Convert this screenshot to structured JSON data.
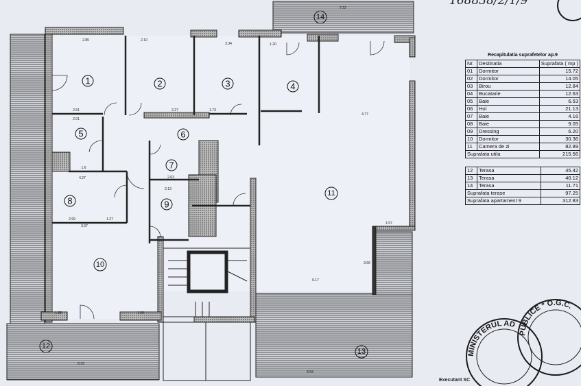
{
  "handwritten_number": "168838/2/1/9",
  "rooms": [
    "1",
    "2",
    "3",
    "4",
    "5",
    "6",
    "7",
    "8",
    "9",
    "10",
    "11",
    "12",
    "13",
    "14"
  ],
  "dimensions": [
    "2.85",
    "2.10",
    "3.34",
    "1.20",
    "4.77",
    "2.61",
    "2.27",
    "1.73",
    "2.01",
    "1.6",
    "4.27",
    "2.99",
    "1.27",
    "3.37",
    "2.63",
    "2.13",
    "1.57",
    "6.17",
    "3.66",
    "8.29",
    "8.54",
    "7.32",
    "1.85",
    "1.99"
  ],
  "summary_table": {
    "title": "Recapitulatia suprafetelor ap.9",
    "headers": [
      "Nr.",
      "Destinatia",
      "Suprafata ( mp )"
    ],
    "rows": [
      {
        "nr": "01",
        "name": "Dormitor",
        "area": "15.72"
      },
      {
        "nr": "02",
        "name": "Dormitor",
        "area": "14.05"
      },
      {
        "nr": "03",
        "name": "Birou",
        "area": "12.84"
      },
      {
        "nr": "04",
        "name": "Bucatarie",
        "area": "12.63"
      },
      {
        "nr": "05",
        "name": "Baie",
        "area": "6.53"
      },
      {
        "nr": "06",
        "name": "Hol",
        "area": "21.13"
      },
      {
        "nr": "07",
        "name": "Baie",
        "area": "4.16"
      },
      {
        "nr": "08",
        "name": "Baie",
        "area": "9.05"
      },
      {
        "nr": "09",
        "name": "Dressing",
        "area": "6.20"
      },
      {
        "nr": "10",
        "name": "Dormitor",
        "area": "30.36"
      },
      {
        "nr": "11",
        "name": "Camera de zi",
        "area": "82.89"
      }
    ],
    "useful_total": {
      "label": "Suprafata utila",
      "area": "215.56"
    },
    "terraces": [
      {
        "nr": "12",
        "name": "Terasa",
        "area": "45.42"
      },
      {
        "nr": "13",
        "name": "Terasa",
        "area": "40.12"
      },
      {
        "nr": "14",
        "name": "Terasa",
        "area": "11.71"
      }
    ],
    "terrace_total": {
      "label": "Suprafata terase",
      "area": "97.25"
    },
    "apartment_total": {
      "label": "Suprafata apartament 9",
      "area": "312.83"
    }
  },
  "stamps": {
    "left": "MINISTERUL ADMINISTRATIEI * O.N.C.G.",
    "right": "PUBLICE * O.G.C. * ADMINISTRATIEI"
  },
  "executant": "Executant SC"
}
